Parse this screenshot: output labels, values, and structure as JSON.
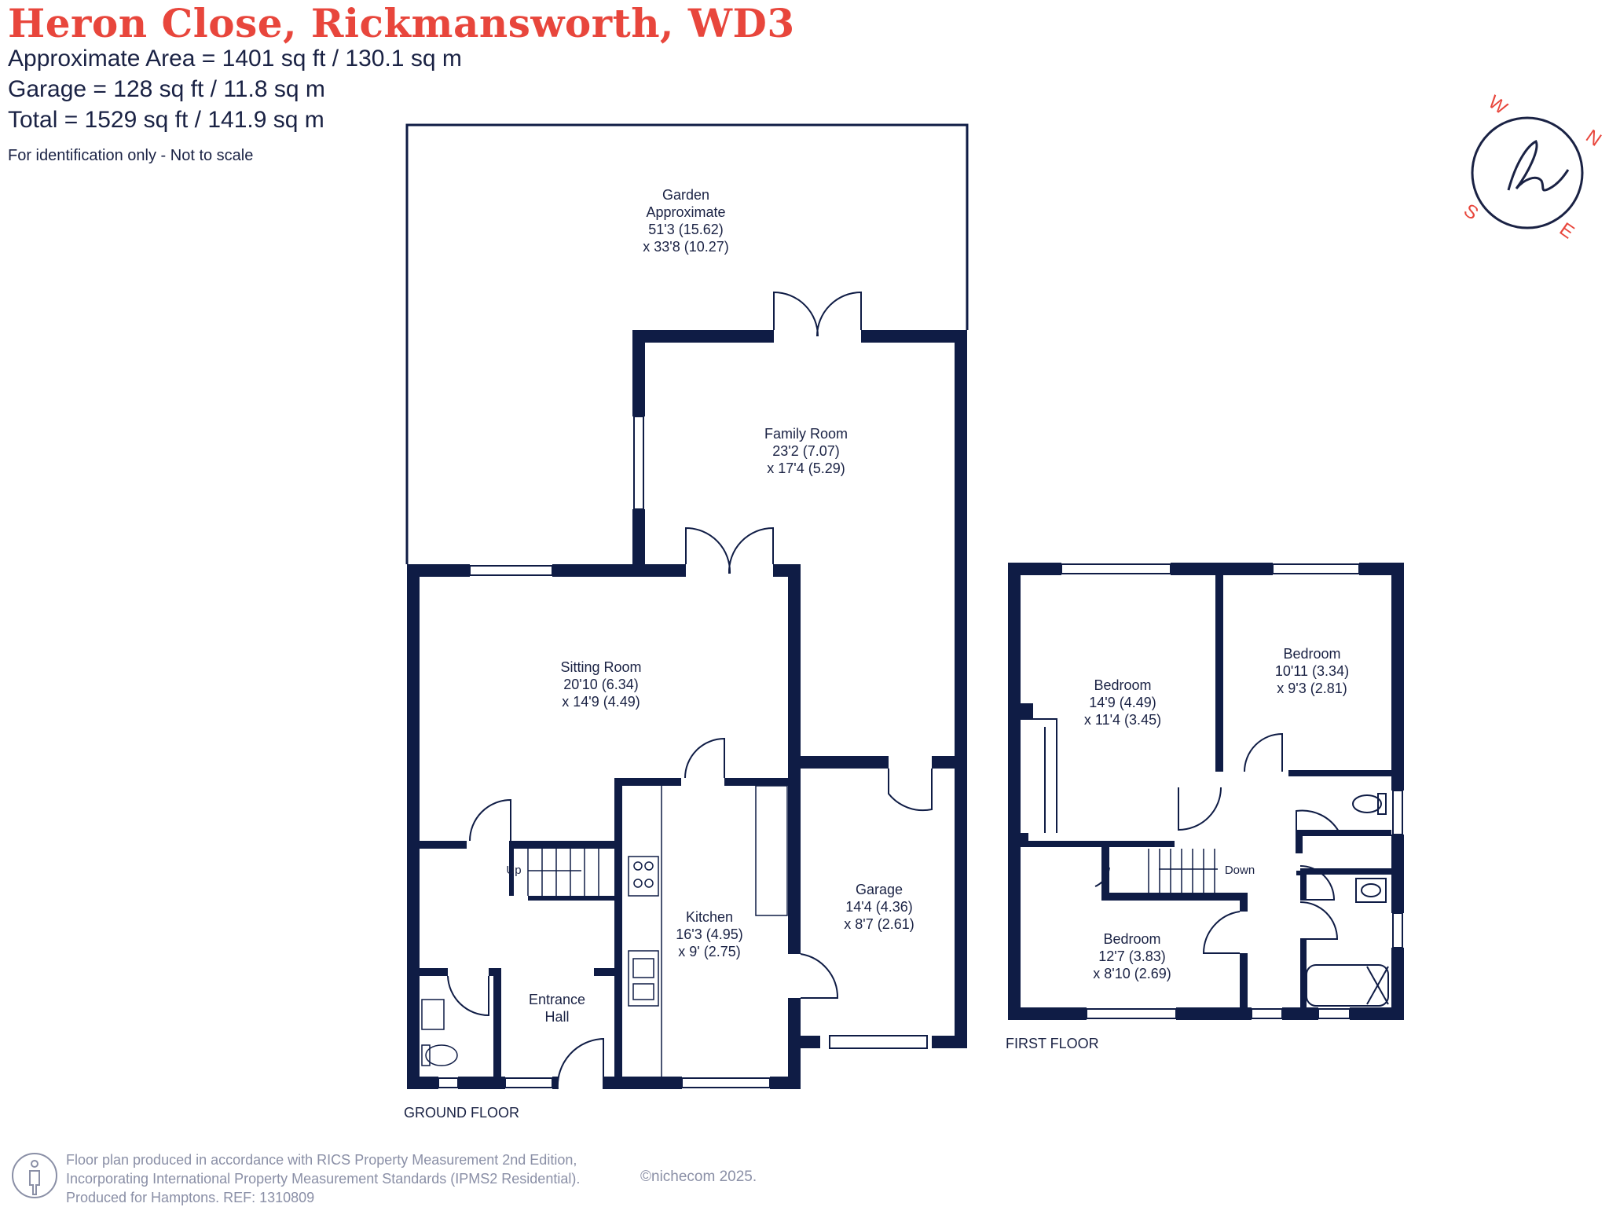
{
  "header": {
    "title": "Heron Close, Rickmansworth, WD3",
    "approx_area": "Approximate Area = 1401 sq ft / 130.1 sq m",
    "garage_area": "Garage = 128 sq ft / 11.8 sq m",
    "total_area": "Total = 1529 sq ft / 141.9 sq m",
    "note": "For identification only - Not to scale"
  },
  "rooms": {
    "garden": [
      "Garden",
      "Approximate",
      "51'3 (15.62)",
      "x 33'8 (10.27)"
    ],
    "family_room": [
      "Family Room",
      "23'2 (7.07)",
      "x 17'4 (5.29)"
    ],
    "sitting_room": [
      "Sitting Room",
      "20'10 (6.34)",
      "x 14'9 (4.49)"
    ],
    "kitchen": [
      "Kitchen",
      "16'3 (4.95)",
      "x 9' (2.75)"
    ],
    "garage": [
      "Garage",
      "14'4 (4.36)",
      "x 8'7 (2.61)"
    ],
    "entrance_hall": [
      "Entrance",
      "Hall"
    ],
    "bedroom_1": [
      "Bedroom",
      "14'9 (4.49)",
      "x 11'4 (3.45)"
    ],
    "bedroom_2": [
      "Bedroom",
      "10'11 (3.34)",
      "x 9'3 (2.81)"
    ],
    "bedroom_3": [
      "Bedroom",
      "12'7 (3.83)",
      "x 8'10 (2.69)"
    ]
  },
  "stairs": {
    "up": "Up",
    "down": "Down"
  },
  "floors": {
    "ground": "GROUND FLOOR",
    "first": "FIRST FLOOR"
  },
  "compass": {
    "n": "N",
    "s": "S",
    "e": "E",
    "w": "W"
  },
  "footer": {
    "line1": "Floor plan produced in accordance with RICS Property Measurement 2nd Edition,",
    "line2": "Incorporating International Property Measurement Standards (IPMS2 Residential).",
    "line3": "Produced for Hamptons.  REF: 1310809",
    "copyright": "©nichecom 2025."
  },
  "colors": {
    "wall": "#0f1c45",
    "title": "#e8463c",
    "footer": "#8a8fa6"
  }
}
